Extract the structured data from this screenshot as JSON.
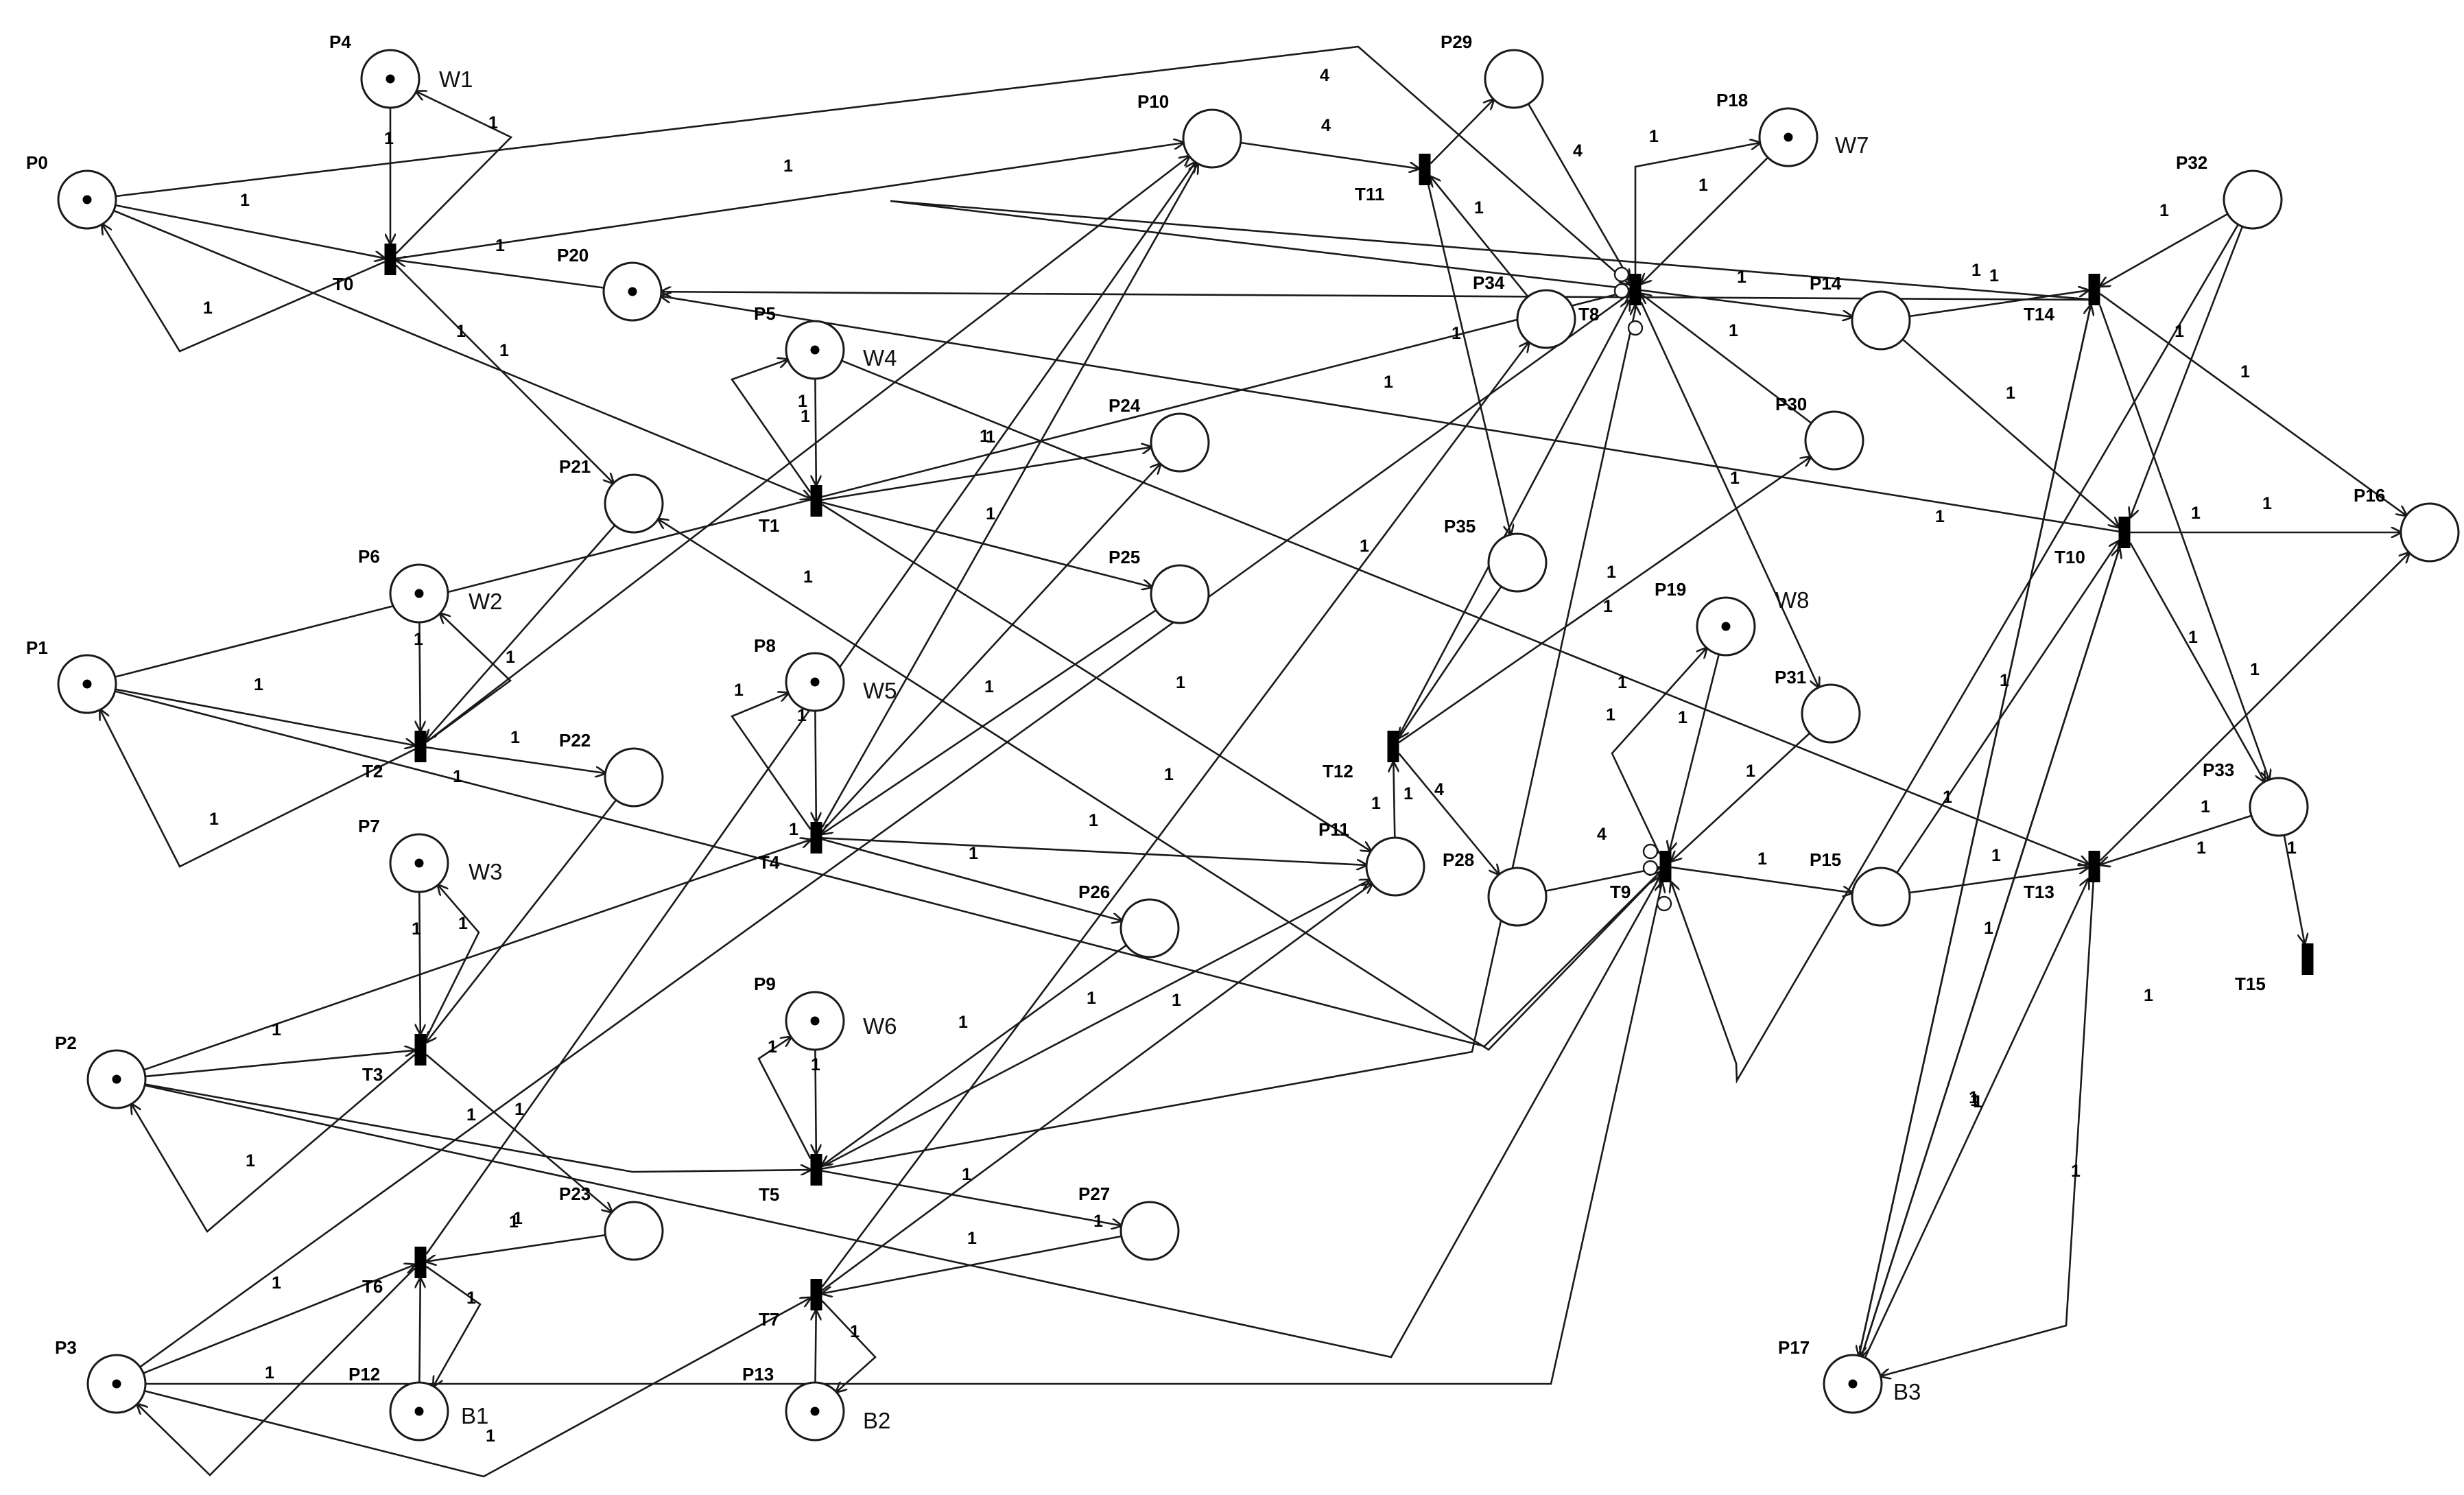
{
  "places": [
    {
      "name": "P0",
      "token": true
    },
    {
      "name": "P1",
      "token": true
    },
    {
      "name": "P2",
      "token": true
    },
    {
      "name": "P3",
      "token": true
    },
    {
      "name": "P4",
      "token": true
    },
    {
      "name": "P5",
      "token": true
    },
    {
      "name": "P6",
      "token": true
    },
    {
      "name": "P7",
      "token": true
    },
    {
      "name": "P8",
      "token": true
    },
    {
      "name": "P9",
      "token": true
    },
    {
      "name": "P10",
      "token": false
    },
    {
      "name": "P11",
      "token": false
    },
    {
      "name": "P12",
      "token": true
    },
    {
      "name": "P13",
      "token": true
    },
    {
      "name": "P14",
      "token": false
    },
    {
      "name": "P15",
      "token": false
    },
    {
      "name": "P16",
      "token": false
    },
    {
      "name": "P17",
      "token": true
    },
    {
      "name": "P18",
      "token": true
    },
    {
      "name": "P19",
      "token": true
    },
    {
      "name": "P20",
      "token": true
    },
    {
      "name": "P21",
      "token": false
    },
    {
      "name": "P22",
      "token": false
    },
    {
      "name": "P23",
      "token": false
    },
    {
      "name": "P24",
      "token": false
    },
    {
      "name": "P25",
      "token": false
    },
    {
      "name": "P26",
      "token": false
    },
    {
      "name": "P27",
      "token": false
    },
    {
      "name": "P28",
      "token": false
    },
    {
      "name": "P29",
      "token": false
    },
    {
      "name": "P30",
      "token": false
    },
    {
      "name": "P31",
      "token": false
    },
    {
      "name": "P32",
      "token": false
    },
    {
      "name": "P33",
      "token": false
    },
    {
      "name": "P34",
      "token": false
    },
    {
      "name": "P35",
      "token": false
    }
  ],
  "transitions": [
    "T0",
    "T1",
    "T2",
    "T3",
    "T4",
    "T5",
    "T6",
    "T7",
    "T8",
    "T9",
    "T10",
    "T11",
    "T12",
    "T13",
    "T14",
    "T15"
  ],
  "annotations": [
    "W1",
    "W2",
    "W3",
    "W4",
    "W5",
    "W6",
    "W7",
    "W8",
    "B1",
    "B2",
    "B3"
  ],
  "weights": {
    "one": "1",
    "four": "4"
  }
}
